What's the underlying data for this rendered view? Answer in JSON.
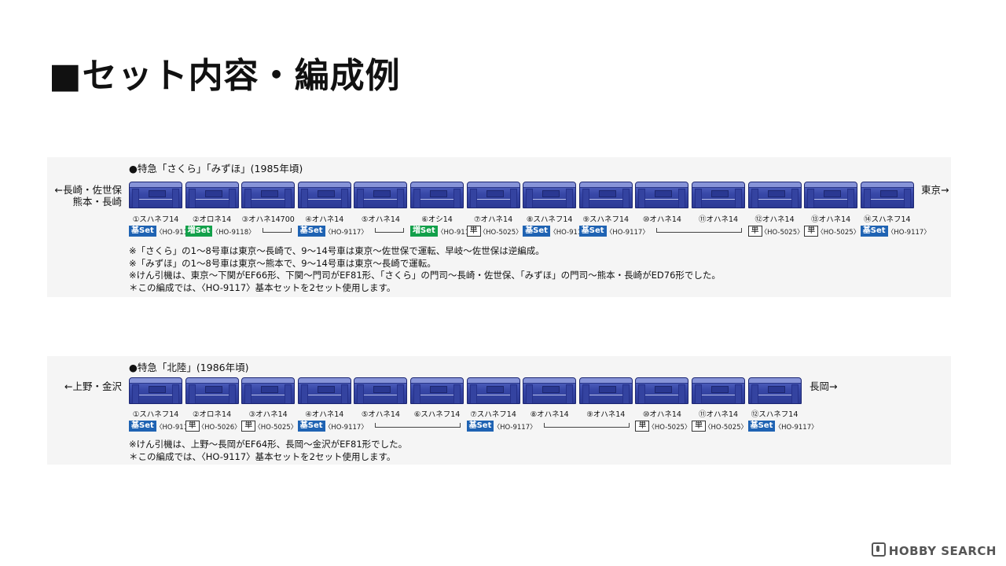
{
  "title": "■セット内容・編成例",
  "sections": [
    {
      "title": "●特急「さくら」「みずほ」(1985年頃)",
      "left_lines": [
        "←長崎・佐世保",
        "熊本・長崎"
      ],
      "right_lines": [
        "東京→"
      ],
      "cars": [
        {
          "label": "①スハネフ14"
        },
        {
          "label": "②オロネ14"
        },
        {
          "label": "③オハネ14700"
        },
        {
          "label": "④オハネ14"
        },
        {
          "label": "⑤オハネ14"
        },
        {
          "label": "⑥オシ14"
        },
        {
          "label": "⑦オハネ14"
        },
        {
          "label": "⑧スハネフ14"
        },
        {
          "label": "⑨スハネフ14"
        },
        {
          "label": "⑩オハネ14"
        },
        {
          "label": "⑪オハネ14"
        },
        {
          "label": "⑫オハネ14"
        },
        {
          "label": "⑬オハネ14"
        },
        {
          "label": "⑭スハネフ14"
        }
      ],
      "sets": [
        {
          "type": "kihon",
          "badge": "基Set",
          "code": "〈HO-9117〉",
          "from": 0,
          "to": 0
        },
        {
          "type": "zou",
          "badge": "増Set",
          "code": "〈HO-9118〉",
          "from": 1,
          "to": 2
        },
        {
          "type": "kihon",
          "badge": "基Set",
          "code": "〈HO-9117〉",
          "from": 3,
          "to": 4
        },
        {
          "type": "zou",
          "badge": "増Set",
          "code": "〈HO-9118〉",
          "from": 5,
          "to": 5
        },
        {
          "type": "tan",
          "badge": "単",
          "code": "〈HO-5025〉",
          "from": 6,
          "to": 6
        },
        {
          "type": "kihon",
          "badge": "基Set",
          "code": "〈HO-9117〉",
          "from": 7,
          "to": 7
        },
        {
          "type": "kihon",
          "badge": "基Set",
          "code": "〈HO-9117〉",
          "from": 8,
          "to": 10
        },
        {
          "type": "tan",
          "badge": "単",
          "code": "〈HO-5025〉",
          "from": 11,
          "to": 11
        },
        {
          "type": "tan",
          "badge": "単",
          "code": "〈HO-5025〉",
          "from": 12,
          "to": 12
        },
        {
          "type": "kihon",
          "badge": "基Set",
          "code": "〈HO-9117〉",
          "from": 13,
          "to": 13
        }
      ],
      "notes": [
        "※「さくら」の1～8号車は東京～長崎で、9～14号車は東京～佐世保で運転、早岐～佐世保は逆編成。",
        "※「みずほ」の1～8号車は東京～熊本で、9～14号車は東京～長崎で運転。",
        "※けん引機は、東京～下関がEF66形、下関～門司がEF81形、「さくら」の門司～長崎・佐世保、「みずほ」の門司～熊本・長崎がED76形でした。",
        "＊この編成では、〈HO-9117〉基本セットを2セット使用します。"
      ]
    },
    {
      "title": "●特急「北陸」(1986年頃)",
      "left_lines": [
        "←上野・金沢"
      ],
      "right_lines": [
        "長岡→"
      ],
      "cars": [
        {
          "label": "①スハネフ14"
        },
        {
          "label": "②オロネ14"
        },
        {
          "label": "③オハネ14"
        },
        {
          "label": "④オハネ14"
        },
        {
          "label": "⑤オハネ14"
        },
        {
          "label": "⑥スハネフ14"
        },
        {
          "label": "⑦スハネフ14"
        },
        {
          "label": "⑧オハネ14"
        },
        {
          "label": "⑨オハネ14"
        },
        {
          "label": "⑩オハネ14"
        },
        {
          "label": "⑪オハネ14"
        },
        {
          "label": "⑫スハネフ14"
        }
      ],
      "sets": [
        {
          "type": "kihon",
          "badge": "基Set",
          "code": "〈HO-9117〉",
          "from": 0,
          "to": 0
        },
        {
          "type": "tan",
          "badge": "単",
          "code": "〈HO-5026〉",
          "from": 1,
          "to": 1
        },
        {
          "type": "tan",
          "badge": "単",
          "code": "〈HO-5025〉",
          "from": 2,
          "to": 2
        },
        {
          "type": "kihon",
          "badge": "基Set",
          "code": "〈HO-9117〉",
          "from": 3,
          "to": 5
        },
        {
          "type": "kihon",
          "badge": "基Set",
          "code": "〈HO-9117〉",
          "from": 6,
          "to": 8
        },
        {
          "type": "tan",
          "badge": "単",
          "code": "〈HO-5025〉",
          "from": 9,
          "to": 9
        },
        {
          "type": "tan",
          "badge": "単",
          "code": "〈HO-5025〉",
          "from": 10,
          "to": 10
        },
        {
          "type": "kihon",
          "badge": "基Set",
          "code": "〈HO-9117〉",
          "from": 11,
          "to": 11
        }
      ],
      "notes": [
        "※けん引機は、上野～長岡がEF64形、長岡～金沢がEF81形でした。",
        "＊この編成では、〈HO-9117〉基本セットを2セット使用します。"
      ]
    }
  ],
  "watermark": "HOBBY SEARCH",
  "colors": {
    "car_body": "#3848a8",
    "kihon_badge": "#1f63b3",
    "zou_badge": "#12a04a"
  }
}
